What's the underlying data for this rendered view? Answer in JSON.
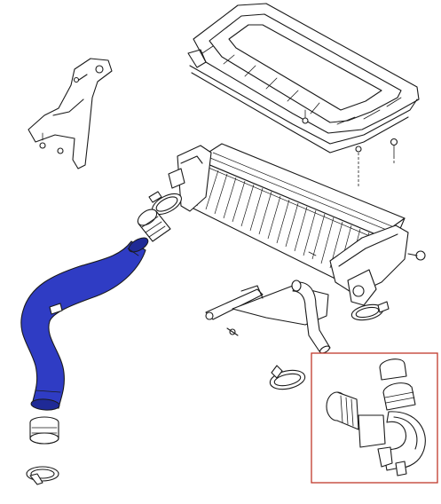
{
  "colors": {
    "highlighted_hose": "#2f3cc4",
    "highlighted_hose_shade": "#1f2a96",
    "detail_box_border": "#c0392b",
    "line_art": "#1a1a1a",
    "background": "#ffffff"
  },
  "parts": [
    "intercooler-shroud",
    "intercooler-core",
    "mounting-bracket",
    "intercooler-hose-highlighted",
    "hose-clamps",
    "coupler",
    "support-bracket",
    "elbow-pipe-detail"
  ]
}
